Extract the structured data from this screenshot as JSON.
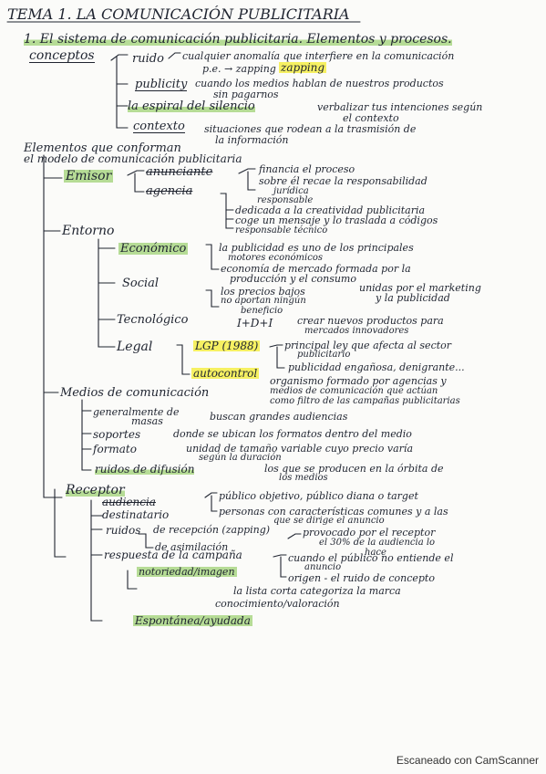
{
  "title": "TEMA 1. LA COMUNICACIÓN PUBLICITARIA",
  "section1": "1. El sistema de comunicación publicitaria. Elementos y procesos.",
  "conceptos": {
    "label": "conceptos",
    "ruido": "ruido",
    "ruido_def": "cualquier anomalía que interfiere en la comunicación",
    "ruido_ej": "p.e. → zapping",
    "zapping": "zapping",
    "publicity": "publicity",
    "publicity_def1": "cuando los medios hablan de nuestros productos",
    "publicity_def2": "sin pagarnos",
    "espiral": "la espiral del silencio",
    "espiral_def1": "verbalizar tus intenciones según",
    "espiral_def2": "el contexto",
    "contexto": "contexto",
    "contexto_def1": "situaciones que rodean a la trasmisión de",
    "contexto_def2": "la información"
  },
  "elementos": {
    "line1": "Elementos que conforman",
    "line2": "el modelo de comunicación publicitaria",
    "emisor": {
      "label": "Emisor",
      "anunciante": "anunciante",
      "anunciante_d1": "financia el proceso",
      "anunciante_d2": "sobre él recae la responsabilidad",
      "anunciante_d3": "jurídica",
      "agencia": "agencia",
      "agencia_d0": "responsable",
      "agencia_d1": "dedicada a la creatividad publicitaria",
      "agencia_d2": "coge un mensaje y lo traslada a códigos",
      "agencia_d3": "responsable técnico"
    },
    "entorno": {
      "label": "Entorno",
      "economico": "Económico",
      "eco_d1": "la publicidad es uno de los principales",
      "eco_d2": "motores económicos",
      "eco_d3": "economía de mercado formada por la",
      "eco_d4": "producción y el consumo",
      "social": "Social",
      "soc_d1": "los precios bajos",
      "soc_d2": "no aportan ningún",
      "soc_d3": "beneficio",
      "soc_d4": "unidas por el marketing",
      "soc_d5": "y la publicidad",
      "tecnologico": "Tecnológico",
      "tec_d1": "I+D+I",
      "tec_d2": "crear nuevos productos para",
      "tec_d3": "mercados innovadores",
      "legal": "Legal",
      "lgp": "LGP (1988)",
      "lgp_d1": "principal ley que afecta al sector",
      "lgp_d2": "publicitario",
      "lgp_d3": "publicidad engañosa, denigrante...",
      "autocontrol": "autocontrol",
      "auto_d1": "organismo formado por agencias y",
      "auto_d2": "medios de comunicación que actúan",
      "auto_d3": "como filtro de las campañas publicitarias"
    },
    "medios": {
      "label": "Medios de comunicación",
      "generalmente": "generalmente de",
      "masas": "masas",
      "masas_d": "buscan grandes audiencias",
      "soportes": "soportes",
      "soportes_d": "donde se ubican los formatos dentro del medio",
      "formato": "formato",
      "formato_d1": "unidad de tamaño variable cuyo precio varía",
      "formato_d2": "según la duración",
      "ruidos": "ruidos de difusión",
      "ruidos_d1": "los que se producen en la órbita de",
      "ruidos_d2": "los medios"
    },
    "receptor": {
      "label": "Receptor",
      "audiencia": "audiencia",
      "audiencia_d": "público objetivo, público diana o target",
      "destinatario": "destinatario",
      "dest_d1": "personas con características comunes y a las",
      "dest_d2": "que se dirige el anuncio",
      "ruidos": "ruidos",
      "recepcion": "de recepción (zapping)",
      "recepcion_d1": "provocado por el receptor",
      "recepcion_d2": "el 30% de la audiencia lo",
      "recepcion_d3": "hace",
      "asimilacion": "de asimilación",
      "respuesta": "respuesta de la campaña",
      "resp_d1": "cuando el público no entiende el",
      "resp_d2": "anuncio",
      "notoriedad": "notoriedad/imagen",
      "origen": "origen - el ruido de concepto",
      "lista": "la lista corta categoriza la marca",
      "conocimiento": "conocimiento/valoración",
      "espontanea": "Espontánea/ayudada"
    }
  },
  "footer": "Escaneado con CamScanner"
}
